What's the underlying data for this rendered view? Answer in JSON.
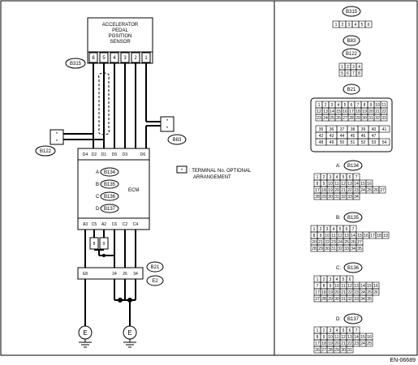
{
  "sensor": {
    "line1": "ACCELERATOR",
    "line2": "PEDAL",
    "line3": "POSITION",
    "line4": "SENSOR",
    "pins": [
      "6",
      "5",
      "4",
      "3",
      "2",
      "1"
    ]
  },
  "ecm": {
    "title": "ECM",
    "top_pins": [
      "D4",
      "D2",
      "D1",
      "D5",
      "D3",
      "D6"
    ],
    "bottom_pins": [
      "A3",
      "C5",
      "A2",
      "C6",
      "C2",
      "C4"
    ]
  },
  "connectors": {
    "b315": "B315",
    "b83": "B83",
    "b122": "B122",
    "b21": "B21",
    "e2": "E2",
    "b134": "B134",
    "b135": "B135",
    "b136": "B136",
    "b137": "B137",
    "prefix_a": "A :",
    "prefix_b": "B :",
    "prefix_c": "C :",
    "prefix_d": "D :",
    "d_prefix": "D:",
    "c_prefix": "C:",
    "b_prefix": "B:",
    "a_prefix": "A:",
    "pins_b21_lower": [
      "E8",
      "24",
      "26",
      "34"
    ],
    "pins_relay": [
      "8",
      "9"
    ]
  },
  "ground_symbol": "E",
  "star": "*",
  "legend": {
    "star": "*",
    "line1": ": TERMINAL No. OPTIONAL",
    "line2": "ARRANGEMENT"
  },
  "b315_pins": [
    "1",
    "2",
    "3",
    "4",
    "5",
    "6"
  ],
  "b83_pins": [
    "1",
    "2",
    "3",
    "4",
    "5",
    "6",
    "7",
    "8"
  ],
  "b21_row1": [
    "1",
    "2",
    "3",
    "4",
    "5",
    "6",
    "7",
    "8",
    "9",
    "10",
    "11"
  ],
  "b21_row2": [
    "12",
    "13",
    "14",
    "15",
    "16",
    "17",
    "18",
    "19",
    "20",
    "21",
    "22"
  ],
  "b21_row3": [
    "23",
    "24",
    "25",
    "26",
    "27",
    "28",
    "29",
    "30",
    "31",
    "32",
    "33"
  ],
  "b21_row4": [
    "35",
    "36",
    "37",
    "38",
    "39",
    "40",
    "41"
  ],
  "b21_row5": [
    "42",
    "43",
    "44",
    "45",
    "46",
    "47"
  ],
  "b21_row6": [
    "48",
    "49",
    "50",
    "51",
    "52",
    "53",
    "54"
  ],
  "a_rows": [
    [
      "1",
      "2",
      "3",
      "4",
      "5",
      "6",
      "7"
    ],
    [
      "8",
      "9",
      "10",
      "11",
      "12",
      "13",
      "14",
      "15",
      "16"
    ],
    [
      "17",
      "18",
      "19",
      "20",
      "21",
      "22",
      "23",
      "24",
      "25",
      "26",
      "27"
    ],
    [
      "28",
      "29",
      "30",
      "31",
      "32",
      "33",
      "34"
    ]
  ],
  "b_rows": [
    [
      "1",
      "2",
      "3",
      "4",
      "5",
      "6",
      "7"
    ],
    [
      "8",
      "9",
      "10",
      "11",
      "12",
      "13",
      "14",
      "15",
      "16",
      "17",
      "18",
      "19"
    ],
    [
      "20",
      "21",
      "22",
      "23",
      "24",
      "25",
      "26",
      "27"
    ],
    [
      "28",
      "29",
      "30",
      "31",
      "32",
      "33",
      "34",
      "35"
    ]
  ],
  "c_rows": [
    [
      "1",
      "2",
      "3",
      "4",
      "5",
      "6"
    ],
    [
      "7",
      "8",
      "9",
      "10",
      "11",
      "12",
      "13",
      "14",
      "15",
      "16"
    ],
    [
      "17",
      "18",
      "19",
      "20",
      "21",
      "22",
      "23",
      "24",
      "25",
      "26"
    ],
    [
      "27",
      "28",
      "29",
      "30",
      "31",
      "32",
      "33",
      "34",
      "35"
    ]
  ],
  "d_rows": [
    [
      "1",
      "2",
      "3",
      "4",
      "5",
      "6",
      "7"
    ],
    [
      "8",
      "9",
      "10",
      "11",
      "12",
      "13",
      "14",
      "15",
      "16"
    ],
    [
      "17",
      "18",
      "19",
      "20",
      "21",
      "22",
      "23",
      "24",
      "25"
    ],
    [
      "26",
      "27",
      "28",
      "29",
      "30",
      "31"
    ]
  ],
  "code": "EN-06689"
}
